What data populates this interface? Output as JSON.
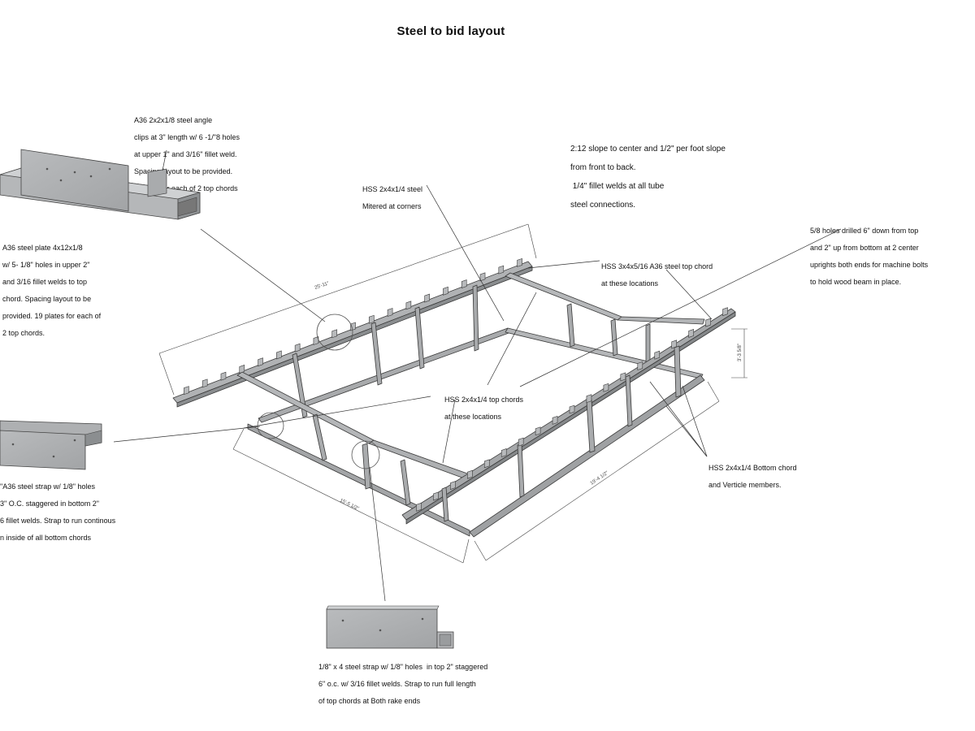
{
  "title": "Steel to bid layout",
  "notes": {
    "angle_clips": [
      "A36 2x2x1/8 steel angle",
      "clips at 3\" length w/ 6 -1/\"8 holes",
      "at upper 1\" and 3/16\" fillet weld.",
      "Spacing layout to be provided.",
      "19 clips for each of 2 top chords"
    ],
    "slope": [
      "2:12 slope to center and 1/2\" per foot slope",
      "from front to back.",
      " 1/4\" fillet welds at all tube",
      "steel connections."
    ],
    "hss_mitered": [
      "HSS 2x4x1/4 steel",
      "Mitered at corners"
    ],
    "holes_drilled": [
      "5/8 holes drilled 6\" down from top",
      "and 2\" up from bottom at 2 center",
      "uprights both ends for machine bolts",
      "to hold wood beam in place."
    ],
    "steel_plate": [
      "A36 steel plate 4x12x1/8",
      "w/ 5- 1/8\" holes in upper 2\"",
      "and 3/16 fillet welds to top",
      "chord. Spacing layout to be",
      "provided. 19 plates for each of",
      "2 top chords."
    ],
    "hss_top_chord": [
      "HSS 3x4x5/16 A36 steel top chord",
      "at these locations"
    ],
    "hss_top_chords": [
      "HSS 2x4x1/4 top chords",
      "at these locations"
    ],
    "steel_strap": [
      "\"A36 steel strap w/ 1/8\" holes",
      "3\" O.C. staggered in bottom 2\"",
      "6 fillet welds. Strap to run continous",
      "n inside of all bottom chords"
    ],
    "bottom_chord": [
      "HSS 2x4x1/4 Bottom chord",
      "and Verticle members."
    ],
    "rake_strap": [
      "1/8\" x 4 steel strap w/ 1/8\" holes  in top 2\" staggered",
      "6\" o.c. w/ 3/16 fillet welds. Strap to run full length",
      "of top chords at Both rake ends"
    ]
  },
  "dimensions": {
    "top_length": "25'-11\"",
    "height": "3'-3 5/8\"",
    "width": "15'-5 1/2\"",
    "length": "19'-4 1/2\""
  },
  "colors": {
    "steel": "#a6a8aa",
    "steel_dark": "#7d8082",
    "steel_light": "#c4c6c8",
    "outline": "#3a3a3a",
    "leader": "#333333"
  }
}
